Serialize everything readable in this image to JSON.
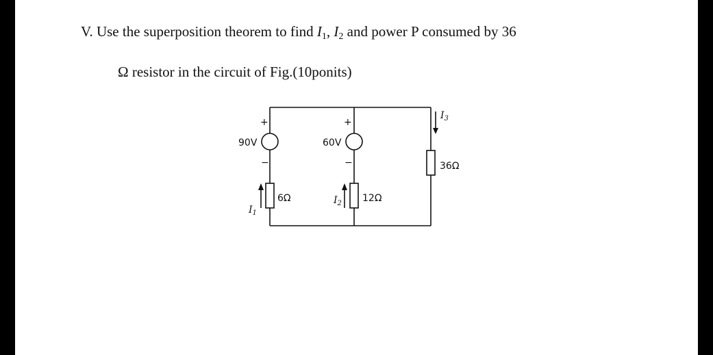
{
  "problem": {
    "label": "V.",
    "line1": {
      "prefix": "Use the superposition theorem to find",
      "var1": "I",
      "sub1": "1",
      "sep": ",",
      "var2": "I",
      "sub2": "2",
      "suffix": "and power P consumed by 36"
    },
    "line2": {
      "omega": "Ω",
      "text": "resistor in the circuit of Fig.(10ponits)"
    }
  },
  "circuit": {
    "source1": {
      "label": "90V",
      "plus": "+",
      "minus": "−"
    },
    "source2": {
      "label": "60V",
      "plus": "+",
      "minus": "−"
    },
    "r1": {
      "label": "6Ω"
    },
    "r2": {
      "label": "12Ω"
    },
    "r3": {
      "label": "36Ω"
    },
    "i1": {
      "var": "I",
      "sub": "1"
    },
    "i2": {
      "var": "I",
      "sub": "2"
    },
    "i3": {
      "var": "I",
      "sub": "3"
    }
  }
}
